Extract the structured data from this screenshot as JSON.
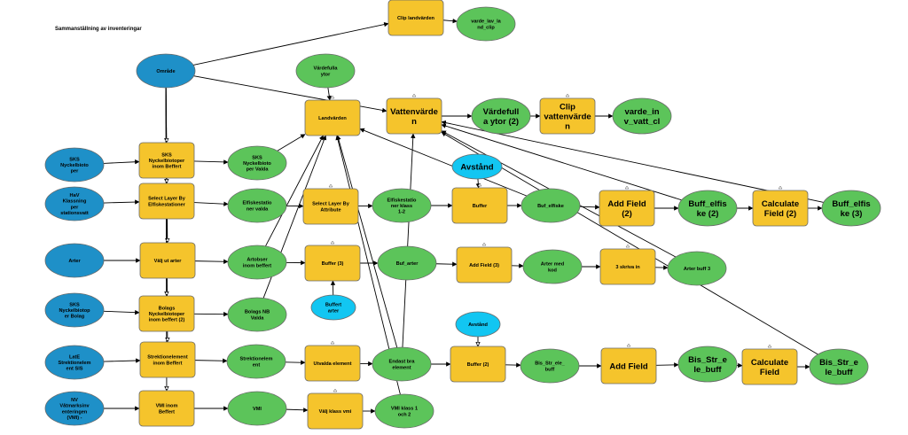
{
  "title": "Sammanställning av inventeringar",
  "nodes": [
    {
      "id": "omrade",
      "shape": "blue",
      "lines": [
        "Område"
      ],
      "size": "s"
    },
    {
      "id": "clip_land",
      "shape": "yellow",
      "lines": [
        "Clip landvärden"
      ],
      "size": "s"
    },
    {
      "id": "varde_clip",
      "shape": "green",
      "lines": [
        "varde_lav_la",
        "nd_clip"
      ],
      "size": "s"
    },
    {
      "id": "vardefulla_ytor",
      "shape": "green",
      "lines": [
        "Värdefulla",
        "ytor"
      ],
      "size": "s"
    },
    {
      "id": "landvarden",
      "shape": "yellow",
      "lines": [
        "Landvärden"
      ],
      "size": "s"
    },
    {
      "id": "vattenvarden",
      "shape": "yellow",
      "lines": [
        "Vattenvärde",
        "n"
      ],
      "size": "l"
    },
    {
      "id": "vardefulla_ytor2",
      "shape": "green",
      "lines": [
        "Värdefull",
        "a ytor (2)"
      ],
      "size": "l"
    },
    {
      "id": "clip_vatten",
      "shape": "yellow",
      "lines": [
        "Clip",
        "vattenvärde",
        "n"
      ],
      "size": "l"
    },
    {
      "id": "varde_vatt",
      "shape": "green",
      "lines": [
        "varde_in",
        "v_vatt_cl"
      ],
      "size": "l"
    },
    {
      "id": "avstand1",
      "shape": "cyan",
      "lines": [
        "Avstånd"
      ],
      "size": "l"
    },
    {
      "id": "sks_nyckel",
      "shape": "blue",
      "lines": [
        "SKS",
        "Nyckelbioto",
        "per"
      ],
      "size": "s"
    },
    {
      "id": "sks_nyckel_befint",
      "shape": "yellow",
      "lines": [
        "SKS",
        "Nyckelbiotoper",
        "inom Beffert"
      ],
      "size": "s"
    },
    {
      "id": "sks_nyckel_valda",
      "shape": "green",
      "lines": [
        "SKS",
        "Nyckelbioto",
        "per Valda"
      ],
      "size": "s"
    },
    {
      "id": "hav_klass",
      "shape": "blue",
      "lines": [
        "HaV",
        "Klassning",
        "per",
        "stationsvatt"
      ],
      "size": "s"
    },
    {
      "id": "select_elfiske",
      "shape": "yellow",
      "lines": [
        "Select Layer By",
        "Elfiskestationer"
      ],
      "size": "s"
    },
    {
      "id": "elfiske_valda",
      "shape": "green",
      "lines": [
        "Elfiskestatio",
        "ner valda"
      ],
      "size": "s"
    },
    {
      "id": "select_attr",
      "shape": "yellow",
      "lines": [
        "Select Layer By",
        "Attribute"
      ],
      "size": "s"
    },
    {
      "id": "elfiske_klass",
      "shape": "green",
      "lines": [
        "Elfiskestatio",
        "ner klass",
        "1-2"
      ],
      "size": "s"
    },
    {
      "id": "buffer1",
      "shape": "yellow",
      "lines": [
        "Buffer"
      ],
      "size": "s"
    },
    {
      "id": "buf_elfiske",
      "shape": "green",
      "lines": [
        "Buf_elfiske"
      ],
      "size": "s"
    },
    {
      "id": "add_field2",
      "shape": "yellow",
      "lines": [
        "Add Field",
        "(2)"
      ],
      "size": "l"
    },
    {
      "id": "buff_elfiske2",
      "shape": "green",
      "lines": [
        "Buff_elfis",
        "ke (2)"
      ],
      "size": "l"
    },
    {
      "id": "calc_field2",
      "shape": "yellow",
      "lines": [
        "Calculate",
        "Field (2)"
      ],
      "size": "l"
    },
    {
      "id": "buff_elfiske3",
      "shape": "green",
      "lines": [
        "Buff_elfis",
        "ke (3)"
      ],
      "size": "l"
    },
    {
      "id": "arter",
      "shape": "blue",
      "lines": [
        "Arter"
      ],
      "size": "s"
    },
    {
      "id": "valj_arter",
      "shape": "yellow",
      "lines": [
        "Välj ut arter"
      ],
      "size": "s"
    },
    {
      "id": "arter_befint",
      "shape": "green",
      "lines": [
        "Artobser",
        "inom beffert"
      ],
      "size": "s"
    },
    {
      "id": "buffer3",
      "shape": "yellow",
      "lines": [
        "Buffer (3)"
      ],
      "size": "s"
    },
    {
      "id": "buf_arter",
      "shape": "green",
      "lines": [
        "Buf_arter"
      ],
      "size": "s"
    },
    {
      "id": "add_field3",
      "shape": "yellow",
      "lines": [
        "Add Field (3)"
      ],
      "size": "s"
    },
    {
      "id": "arter_kod",
      "shape": "green",
      "lines": [
        "Arter med",
        "kod"
      ],
      "size": "s"
    },
    {
      "id": "skriva_in",
      "shape": "yellow",
      "lines": [
        "3 skriva in"
      ],
      "size": "s"
    },
    {
      "id": "arter_buff3",
      "shape": "green",
      "lines": [
        "Arter buff 3"
      ],
      "size": "s"
    },
    {
      "id": "buffert_arter",
      "shape": "cyan",
      "lines": [
        "Buffert",
        "arter"
      ],
      "size": "s"
    },
    {
      "id": "sks_bolag",
      "shape": "blue",
      "lines": [
        "SKS",
        "Nyckelbiotop",
        "er Bolag"
      ],
      "size": "s"
    },
    {
      "id": "bolag_nyckel",
      "shape": "yellow",
      "lines": [
        "Bolags",
        "Nyckelbiotoper",
        "inom beffert (2)"
      ],
      "size": "s"
    },
    {
      "id": "bolag_nb_valda",
      "shape": "green",
      "lines": [
        "Bolags NB",
        "Valda"
      ],
      "size": "s"
    },
    {
      "id": "avstand2",
      "shape": "cyan",
      "lines": [
        "Avstånd"
      ],
      "size": "s"
    },
    {
      "id": "late_strak",
      "shape": "blue",
      "lines": [
        "LatE",
        "Strektionelem",
        "ent SlS"
      ],
      "size": "s"
    },
    {
      "id": "strak_befint",
      "shape": "yellow",
      "lines": [
        "Strektionelement",
        "inom Beffert"
      ],
      "size": "s"
    },
    {
      "id": "strak_element",
      "shape": "green",
      "lines": [
        "Strektionelem",
        "ent"
      ],
      "size": "s"
    },
    {
      "id": "utvalda",
      "shape": "yellow",
      "lines": [
        "Utvalda element"
      ],
      "size": "s"
    },
    {
      "id": "endast_bra",
      "shape": "green",
      "lines": [
        "Endast bra",
        "element"
      ],
      "size": "s"
    },
    {
      "id": "buffer2",
      "shape": "yellow",
      "lines": [
        "Buffer (2)"
      ],
      "size": "s"
    },
    {
      "id": "bis_str_buff",
      "shape": "green",
      "lines": [
        "Bis_Str_ele_",
        "buff"
      ],
      "size": "s"
    },
    {
      "id": "add_field",
      "shape": "yellow",
      "lines": [
        "Add Field"
      ],
      "size": "l"
    },
    {
      "id": "bis_str_buff2",
      "shape": "green",
      "lines": [
        "Bis_Str_e",
        "le_buff"
      ],
      "size": "l"
    },
    {
      "id": "calc_field",
      "shape": "yellow",
      "lines": [
        "Calculate",
        "Field"
      ],
      "size": "l"
    },
    {
      "id": "bis_str_buff3",
      "shape": "green",
      "lines": [
        "Bis_Str_e",
        "le_buff"
      ],
      "size": "l"
    },
    {
      "id": "nv_vmi",
      "shape": "blue",
      "lines": [
        "NV",
        "Våtmarksinv",
        "enteringen",
        "(VMI) -"
      ],
      "size": "s"
    },
    {
      "id": "vmi_befint",
      "shape": "yellow",
      "lines": [
        "VMI inom",
        "Beffert"
      ],
      "size": "s"
    },
    {
      "id": "vmi",
      "shape": "green",
      "lines": [
        "VMI"
      ],
      "size": "s"
    },
    {
      "id": "valj_klass",
      "shape": "yellow",
      "lines": [
        "Välj klass vmi"
      ],
      "size": "s"
    },
    {
      "id": "vmi_klass",
      "shape": "green",
      "lines": [
        "VMI klass 1",
        "och 2"
      ],
      "size": "s"
    }
  ],
  "colors": {
    "blue": "#1e90c8",
    "yellow": "#f5c42c",
    "green": "#5cc45a",
    "cyan": "#12c6f2",
    "line": "#000000"
  }
}
